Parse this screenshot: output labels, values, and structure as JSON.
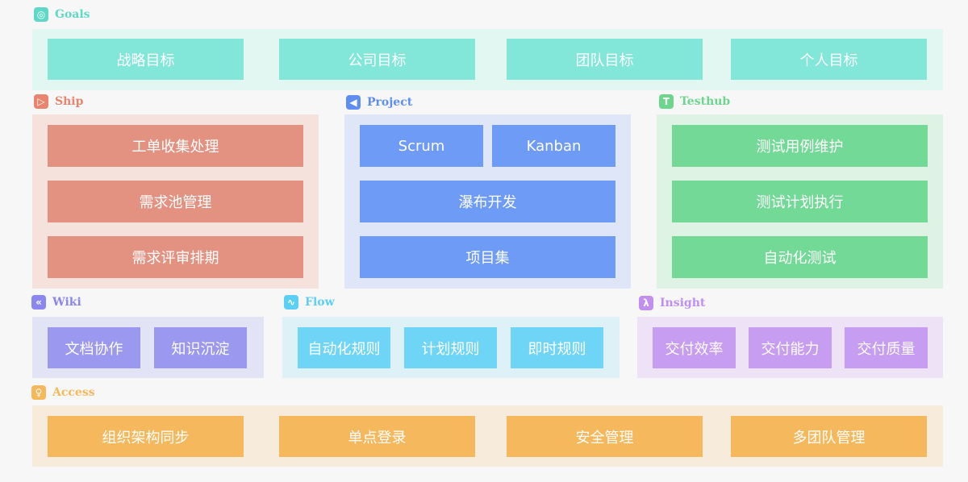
{
  "sections": {
    "goals": {
      "title": "Goals",
      "items": [
        "战略目标",
        "公司目标",
        "团队目标",
        "个人目标"
      ]
    },
    "ship": {
      "title": "Ship",
      "items": [
        "工单收集处理",
        "需求池管理",
        "需求评审排期"
      ]
    },
    "project": {
      "title": "Project",
      "items": [
        "Scrum",
        "Kanban",
        "瀑布开发",
        "项目集"
      ]
    },
    "testhub": {
      "title": "Testhub",
      "items": [
        "测试用例维护",
        "测试计划执行",
        "自动化测试"
      ]
    },
    "wiki": {
      "title": "Wiki",
      "items": [
        "文档协作",
        "知识沉淀"
      ]
    },
    "flow": {
      "title": "Flow",
      "items": [
        "自动化规则",
        "计划规则",
        "即时规则"
      ]
    },
    "insight": {
      "title": "Insight",
      "items": [
        "交付效率",
        "交付能力",
        "交付质量"
      ]
    },
    "access": {
      "title": "Access",
      "items": [
        "组织架构同步",
        "单点登录",
        "安全管理",
        "多团队管理"
      ]
    }
  },
  "icons": {
    "goals": "target-icon",
    "ship": "ship-icon",
    "project": "project-icon",
    "testhub": "testhub-icon",
    "wiki": "wiki-icon",
    "flow": "flow-icon",
    "insight": "insight-icon",
    "access": "access-icon"
  },
  "colors": {
    "goals": "#5fd8c7",
    "ship": "#e8846f",
    "project": "#5d8ef2",
    "testhub": "#6bd68c",
    "wiki": "#8b87ee",
    "flow": "#5ccff5",
    "insight": "#c28ff0",
    "access": "#f5b85a"
  }
}
